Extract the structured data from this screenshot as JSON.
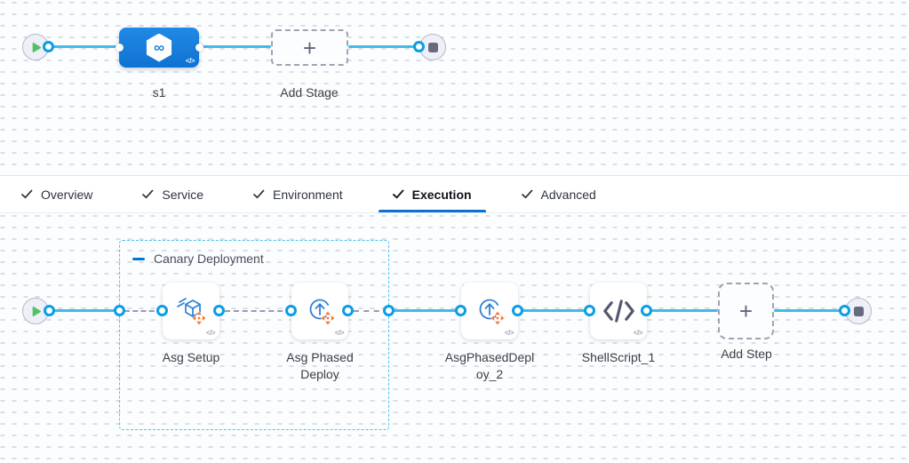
{
  "stage_graph": {
    "stage": {
      "name": "s1"
    },
    "add_stage_label": "Add Stage"
  },
  "tabs": [
    {
      "label": "Overview"
    },
    {
      "label": "Service"
    },
    {
      "label": "Environment"
    },
    {
      "label": "Execution"
    },
    {
      "label": "Advanced"
    }
  ],
  "execution_graph": {
    "group_label": "Canary Deployment",
    "steps": [
      {
        "label": "Asg Setup"
      },
      {
        "label": "Asg Phased Deploy"
      },
      {
        "label": "AsgPhasedDeploy_2"
      },
      {
        "label": "ShellScript_1"
      }
    ],
    "add_step_label": "Add Step"
  },
  "icons": {
    "infinity_glyph": "∞",
    "plus_glyph": "+",
    "code_glyph": "</>"
  },
  "colors": {
    "accent_blue": "#0278d5",
    "connector_blue": "#42bae8",
    "step_icon_blue": "#2f80d6",
    "move_arrows_orange": "#f97430",
    "play_green": "#57c065"
  }
}
